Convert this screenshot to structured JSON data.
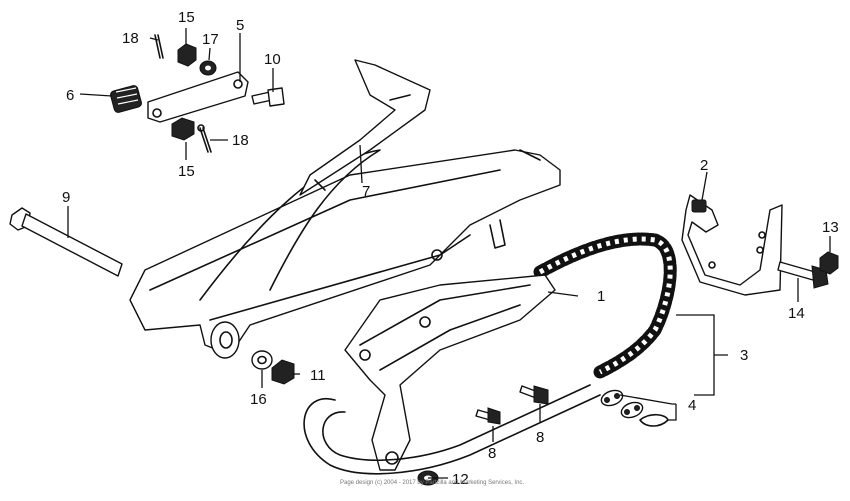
{
  "callouts": [
    {
      "id": "c1",
      "label": "1"
    },
    {
      "id": "c2",
      "label": "2"
    },
    {
      "id": "c3",
      "label": "3"
    },
    {
      "id": "c4",
      "label": "4"
    },
    {
      "id": "c5",
      "label": "5"
    },
    {
      "id": "c6",
      "label": "6"
    },
    {
      "id": "c7",
      "label": "7"
    },
    {
      "id": "c8a",
      "label": "8"
    },
    {
      "id": "c8b",
      "label": "8"
    },
    {
      "id": "c9",
      "label": "9"
    },
    {
      "id": "c10",
      "label": "10"
    },
    {
      "id": "c11",
      "label": "11"
    },
    {
      "id": "c12",
      "label": "12"
    },
    {
      "id": "c13",
      "label": "13"
    },
    {
      "id": "c14",
      "label": "14"
    },
    {
      "id": "c15a",
      "label": "15"
    },
    {
      "id": "c15b",
      "label": "15"
    },
    {
      "id": "c16",
      "label": "16"
    },
    {
      "id": "c17",
      "label": "17"
    },
    {
      "id": "c18a",
      "label": "18"
    },
    {
      "id": "c18b",
      "label": "18"
    }
  ],
  "copyright": "Page design (c) 2004 - 2017 by Partzilla and Marketing Services, Inc."
}
